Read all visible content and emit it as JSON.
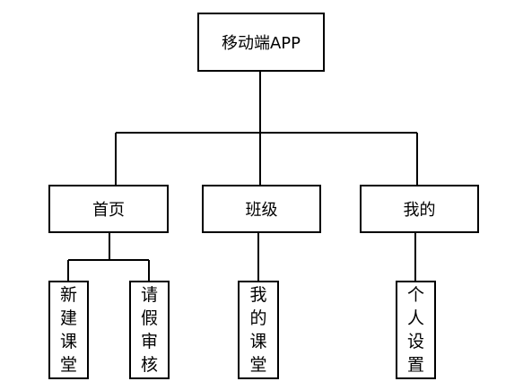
{
  "root": {
    "label": "移动端APP"
  },
  "level1": [
    {
      "id": "home",
      "label": "首页"
    },
    {
      "id": "class",
      "label": "班级"
    },
    {
      "id": "mine",
      "label": "我的"
    }
  ],
  "leaves": [
    {
      "id": "new-class",
      "label": "新建课堂",
      "parent": "home"
    },
    {
      "id": "leave-review",
      "label": "请假审核",
      "parent": "home"
    },
    {
      "id": "my-class",
      "label": "我的课堂",
      "parent": "class"
    },
    {
      "id": "personal-settings",
      "label": "个人设置",
      "parent": "mine"
    }
  ]
}
